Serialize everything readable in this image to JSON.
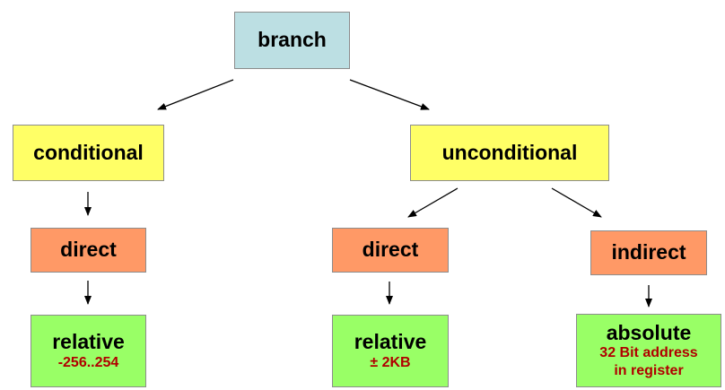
{
  "colors": {
    "root": "#bcdfe3",
    "level1": "#ffff66",
    "level2": "#ff9966",
    "level3": "#99ff66",
    "subtext": "#b00000",
    "arrow": "#000000"
  },
  "nodes": {
    "branch": {
      "label": "branch"
    },
    "conditional": {
      "label": "conditional"
    },
    "unconditional": {
      "label": "unconditional"
    },
    "cond_direct": {
      "label": "direct"
    },
    "uncond_direct": {
      "label": "direct"
    },
    "uncond_indirect": {
      "label": "indirect"
    },
    "cond_relative": {
      "label": "relative",
      "detail": "-256..254"
    },
    "uncond_relative": {
      "label": "relative",
      "detail": "± 2KB"
    },
    "absolute": {
      "label": "absolute",
      "detail_line1": "32 Bit address",
      "detail_line2": "in register"
    }
  }
}
